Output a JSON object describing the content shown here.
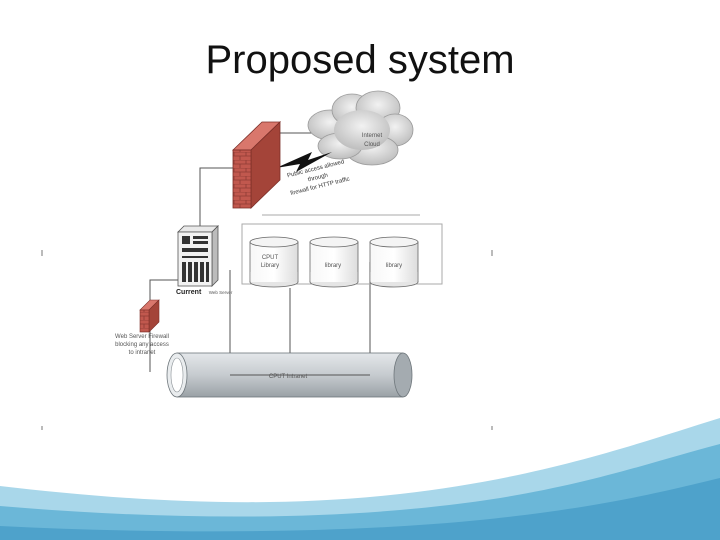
{
  "slide": {
    "title": "Proposed system"
  },
  "diagram": {
    "cloud_label_1": "Internet",
    "cloud_label_2": "Cloud",
    "firewall_note_1": "Public access allowed",
    "firewall_note_2": "through",
    "firewall_note_3": "firewall for HTTP traffic",
    "library_1_line_1": "CPUT",
    "library_1_line_2": "Library",
    "library_2_label": "library",
    "library_3_label": "library",
    "web_server_label_bold": "Current",
    "web_server_label_small": "Web Server",
    "server_firewall_line_1": "Web Server Firewall",
    "server_firewall_line_2": "blocking any access",
    "server_firewall_line_3": "to intranet",
    "intranet_label": "CPUT Intranet",
    "colors": {
      "brick": "#c1584e",
      "pipe": "#cfd3d6",
      "wave_dark": "#6bb7d8",
      "wave_light": "#a9d7ea"
    }
  }
}
